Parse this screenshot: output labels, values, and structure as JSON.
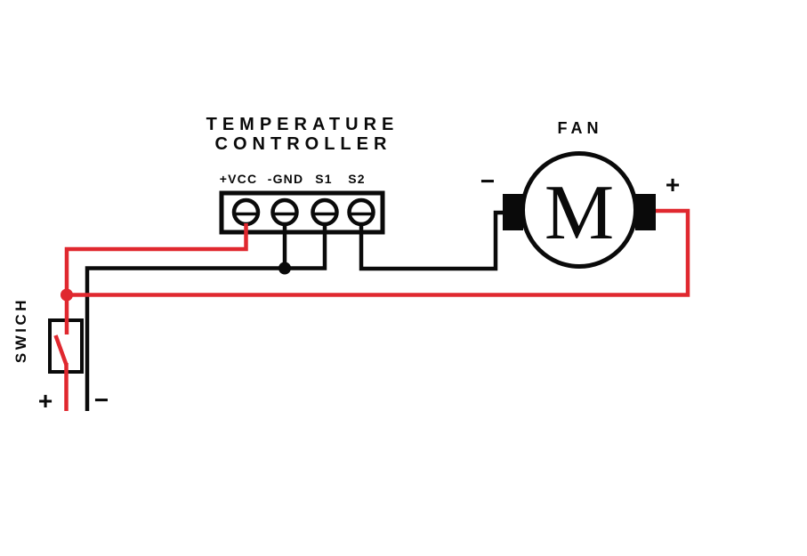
{
  "diagram": {
    "title_line1": "TEMPERATURE",
    "title_line2": "CONTROLLER",
    "controller": {
      "terminals": [
        "+VCC",
        "-GND",
        "S1",
        "S2"
      ]
    },
    "fan": {
      "label": "FAN",
      "motor_letter": "M",
      "negative_label": "−",
      "positive_label": "+"
    },
    "switch": {
      "label": "SWICH"
    },
    "power": {
      "positive_label": "+",
      "negative_label": "−"
    },
    "colors": {
      "positive_wire": "#e0282f",
      "negative_wire": "#0a0a0a",
      "background": "#ffffff"
    }
  }
}
